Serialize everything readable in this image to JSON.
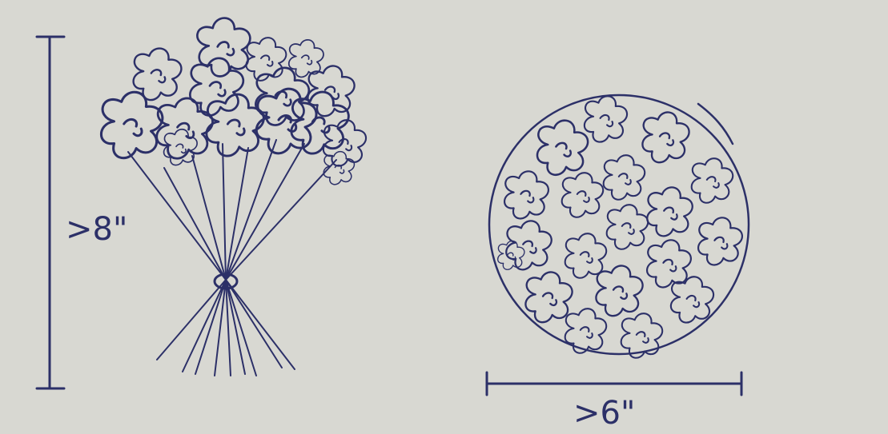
{
  "bouquet": {
    "height_label": ">8\"",
    "flower_count": 15,
    "stem_count": 10
  },
  "top_view": {
    "width_label": ">6\"",
    "flower_count": 19
  },
  "colors": {
    "paper": "#d8d8d2",
    "ink": "#2c3068"
  }
}
